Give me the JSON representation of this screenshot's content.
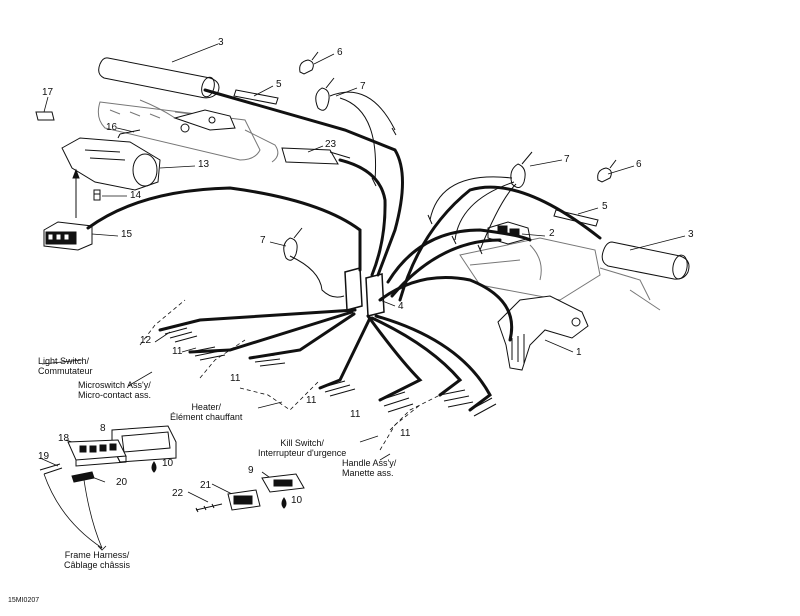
{
  "callouts": {
    "n1": "1",
    "n2": "2",
    "n3a": "3",
    "n3b": "3",
    "n4": "4",
    "n5a": "5",
    "n5b": "5",
    "n6a": "6",
    "n6b": "6",
    "n7a": "7",
    "n7b": "7",
    "n7c": "7",
    "n8": "8",
    "n9": "9",
    "n10a": "10",
    "n10b": "10",
    "n11a": "11",
    "n11b": "11",
    "n11c": "11",
    "n11d": "11",
    "n11e": "11",
    "n12": "12",
    "n13": "13",
    "n14": "14",
    "n15": "15",
    "n16": "16",
    "n17": "17",
    "n18": "18",
    "n19": "19",
    "n20": "20",
    "n21": "21",
    "n22": "22",
    "n23": "23"
  },
  "labels": {
    "light_switch": [
      "Light Switch/",
      "Commutateur"
    ],
    "microswitch": [
      "Microswitch Ass'y/",
      "Micro-contact ass."
    ],
    "heater": [
      "Heater/",
      "Élément chauffant"
    ],
    "kill_switch": [
      "Kill Switch/",
      "Interrupteur d'urgence"
    ],
    "handle": [
      "Handle Ass'y/",
      "Manette ass."
    ],
    "frame_harness": [
      "Frame Harness/",
      "Câblage châssis"
    ]
  },
  "figure_ref": "15MI0207",
  "colors": {
    "ink": "#111111",
    "fill": "#ffffff"
  }
}
